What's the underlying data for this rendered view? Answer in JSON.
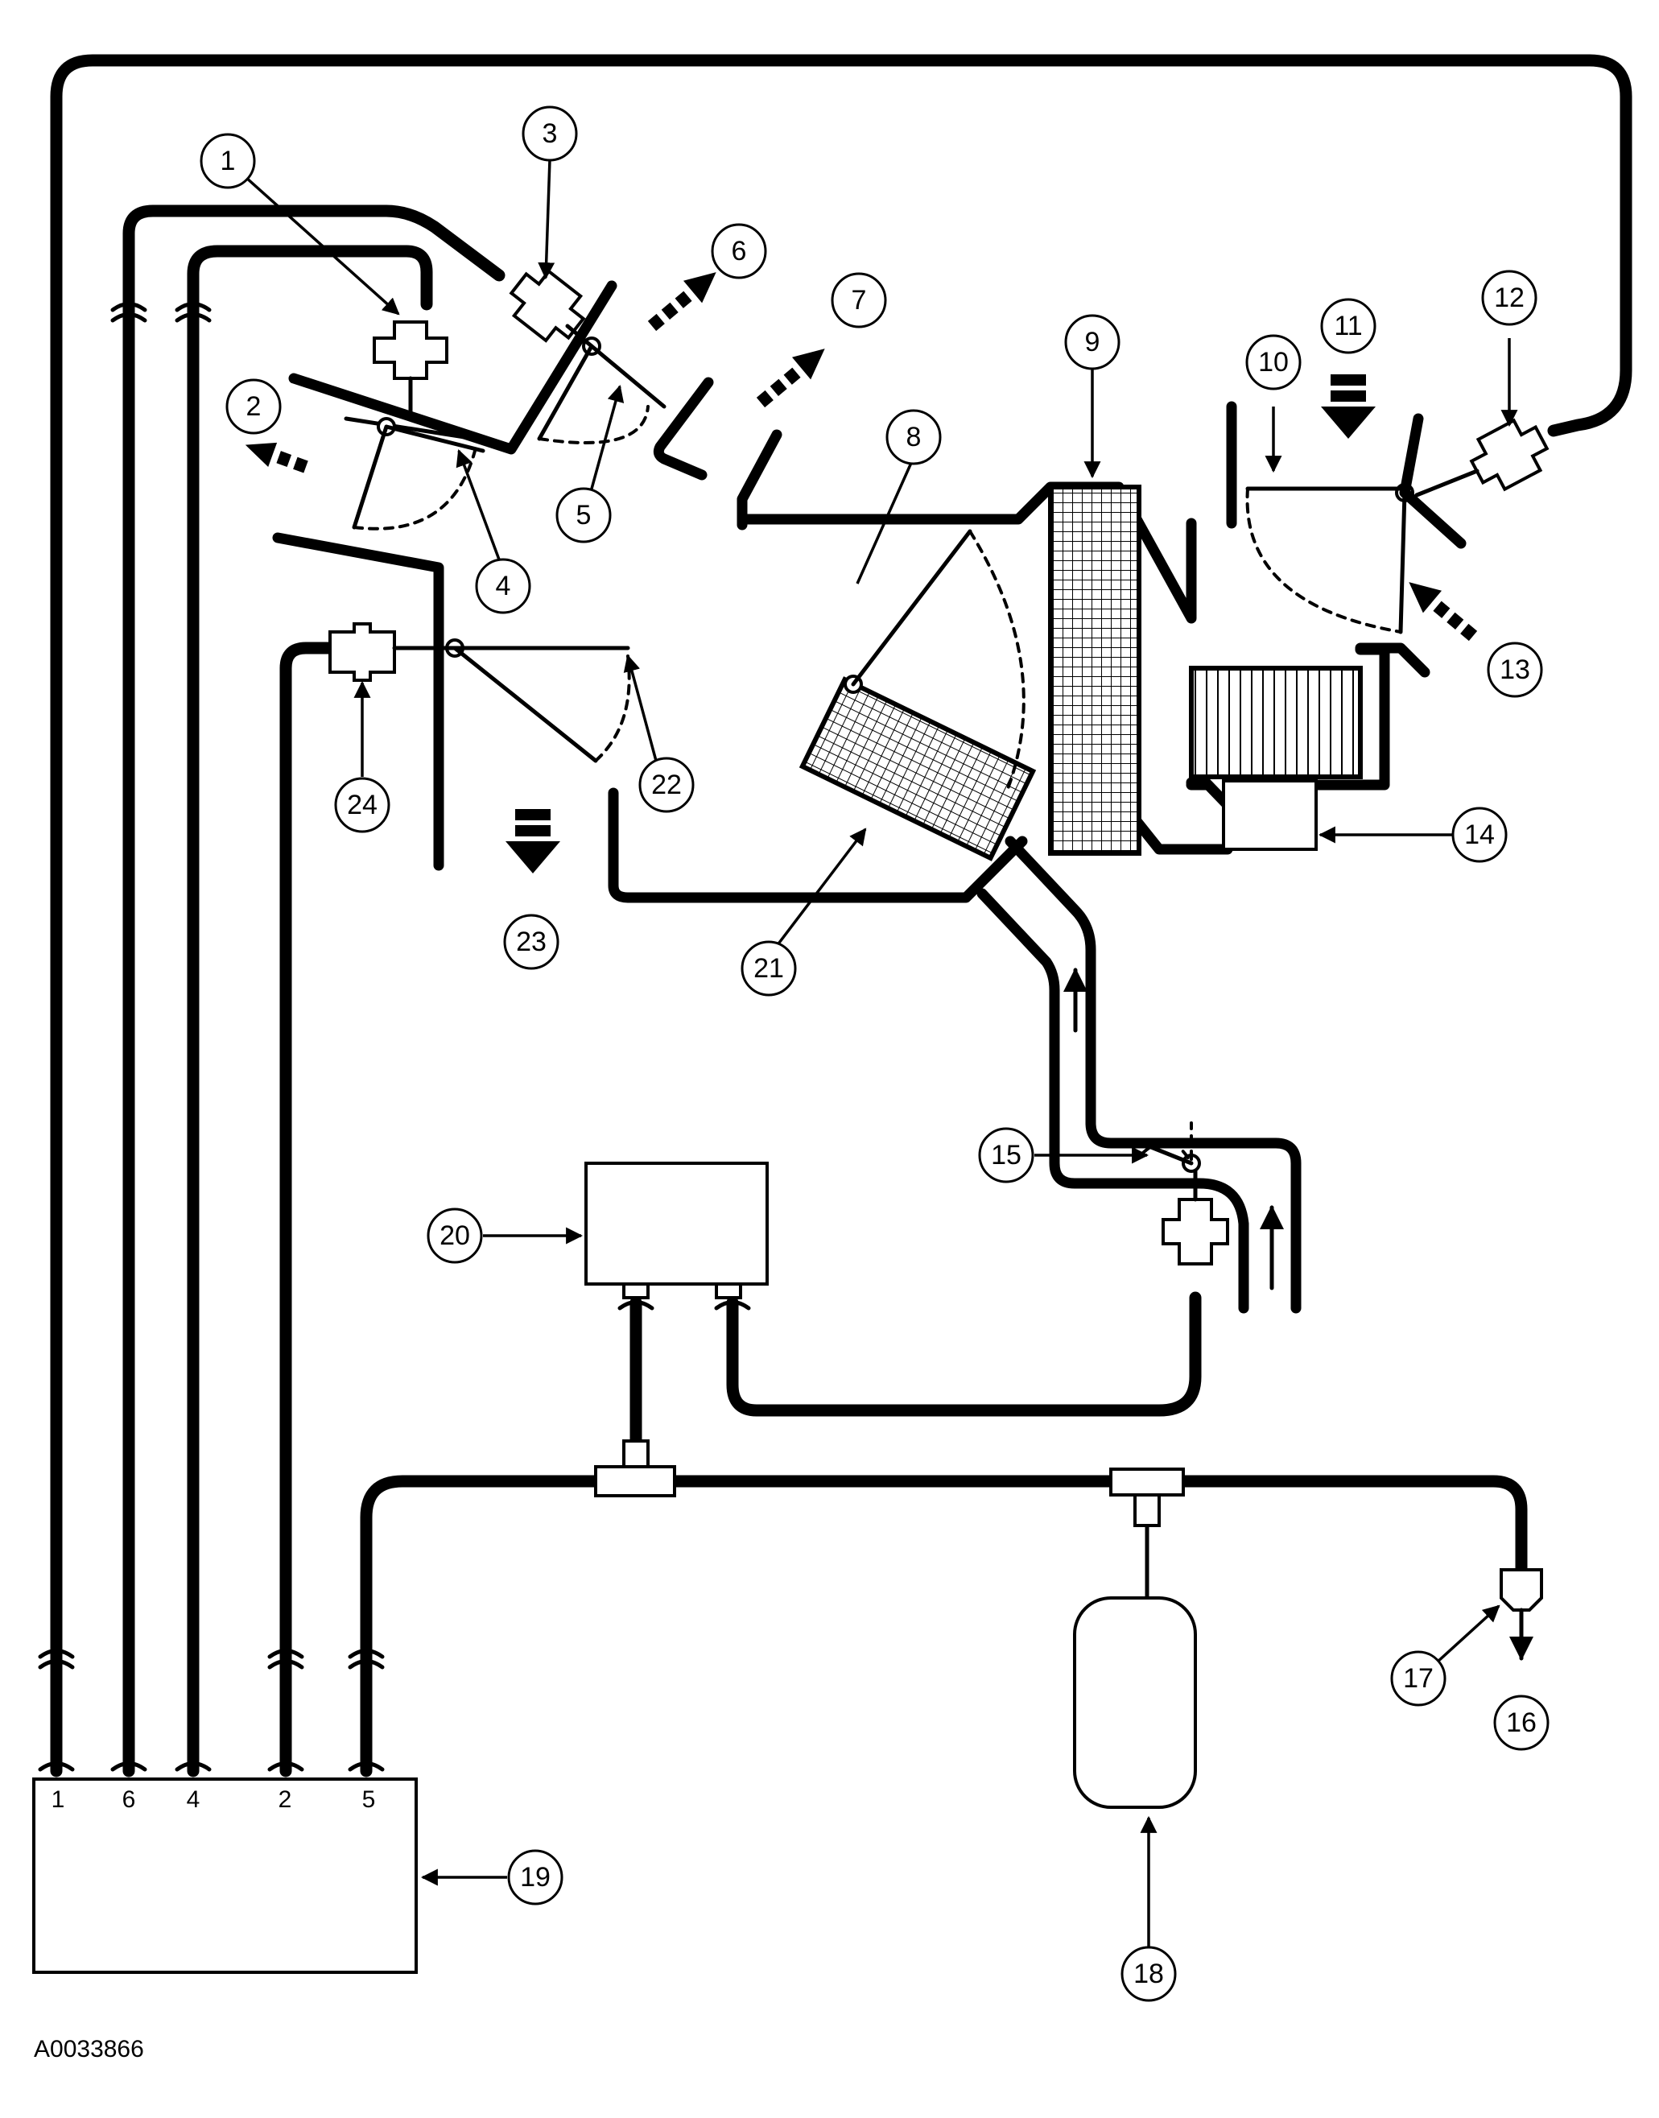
{
  "diagram": {
    "callouts": [
      "1",
      "2",
      "3",
      "4",
      "5",
      "6",
      "7",
      "8",
      "9",
      "10",
      "11",
      "12",
      "13",
      "14",
      "15",
      "16",
      "17",
      "18",
      "19",
      "20",
      "21",
      "22",
      "23",
      "24"
    ],
    "ports": [
      "1",
      "6",
      "4",
      "2",
      "5"
    ],
    "reference": "A0033866"
  }
}
